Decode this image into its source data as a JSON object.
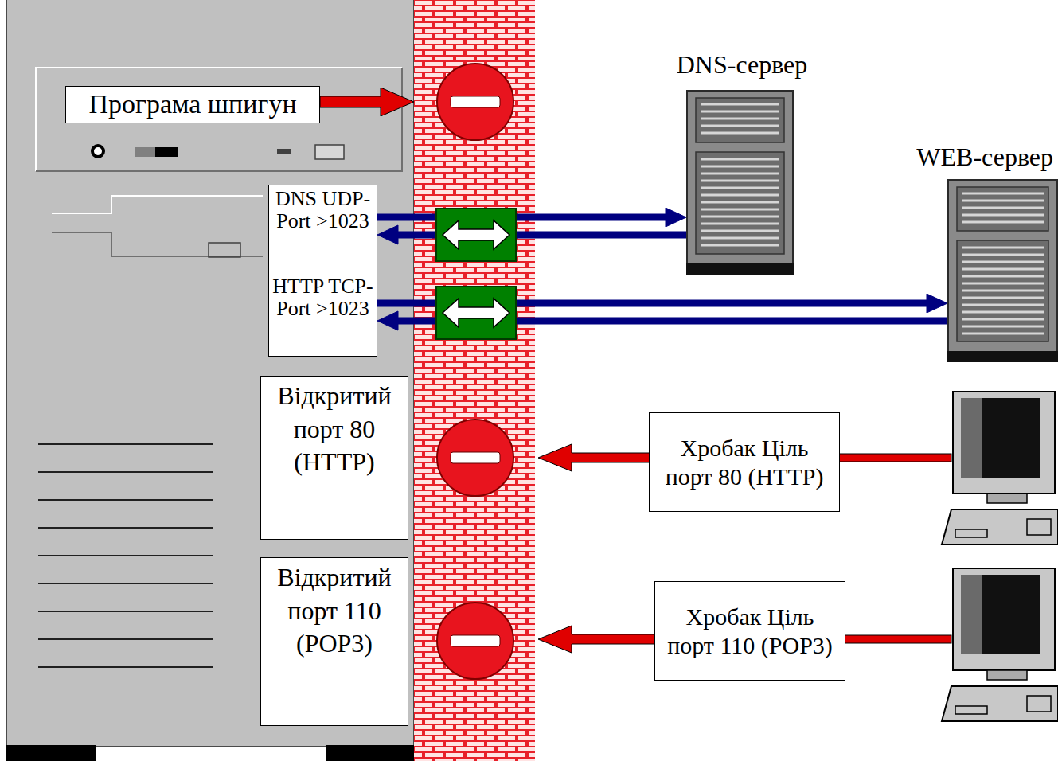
{
  "diagram": {
    "nodes": [
      {
        "text": [
          "Програма шпигун"
        ]
      },
      {
        "text": [
          "DNS UDP-Port >1023"
        ]
      },
      {
        "text": [
          "HTTP TCP-Port >1023"
        ]
      },
      {
        "text": [
          "DNS-сервер"
        ]
      },
      {
        "text": [
          "WEB-сервер"
        ]
      },
      {
        "text": [
          "Відкритий порт 80 (HTTP)"
        ]
      },
      {
        "text": [
          "Відкритий порт 110 (POP3)"
        ]
      },
      {
        "text": [
          "Хробак Ціль порт 80 (HTTP)"
        ]
      },
      {
        "text": [
          "Хробак Ціль порт 110 (POP3)"
        ]
      }
    ],
    "edges": [
      {
        "from": 1,
        "to": 3,
        "arrow": "to"
      },
      {
        "from": 3,
        "to": 1,
        "arrow": "to"
      },
      {
        "from": 2,
        "to": 4,
        "arrow": "to"
      },
      {
        "from": 4,
        "to": 2,
        "arrow": "to"
      }
    ]
  }
}
